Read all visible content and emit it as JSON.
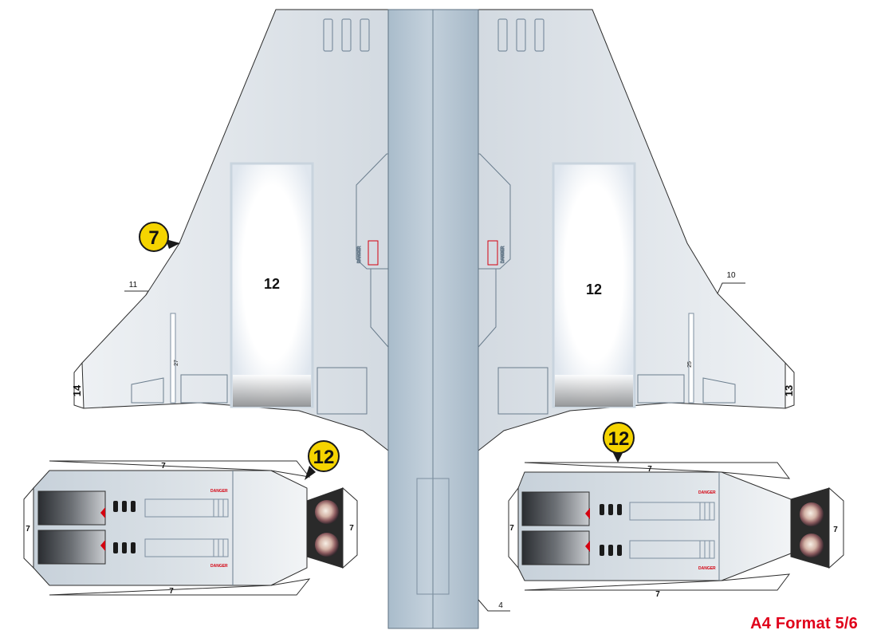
{
  "footer": {
    "text": "A4 Format  5/6"
  },
  "labels": {
    "part_left_wing": "12",
    "part_right_wing": "12",
    "badge_wing": "7",
    "badge_left_nacelle": "12",
    "badge_right_nacelle": "12",
    "tab_11": "11",
    "tab_10": "10",
    "tab_14": "14",
    "tab_13": "13",
    "tab_27": "27",
    "tab_25": "25",
    "tab_4": "4",
    "nacelle_tab": "7",
    "warning": "DANGER"
  },
  "colors": {
    "panel": "#d9dee3",
    "spine": "#b4c4d2",
    "outline": "#5a6a78",
    "badge": "#f5d400",
    "accent_red": "#d4000f"
  }
}
